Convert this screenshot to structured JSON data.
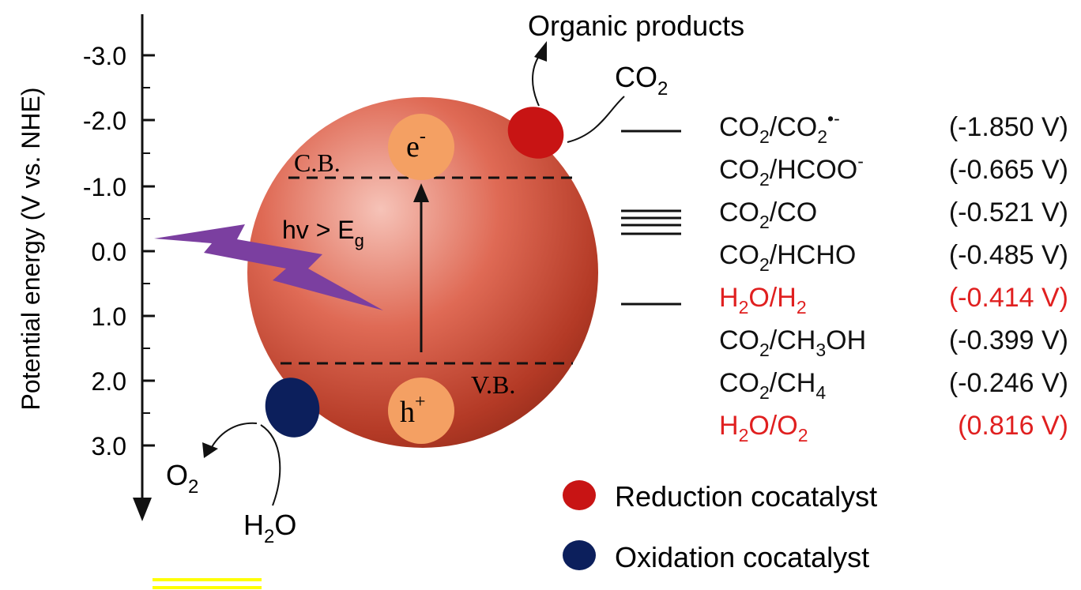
{
  "axis": {
    "label": "Potential energy (V vs. NHE)",
    "ticks": [
      "-3.0",
      "-2.0",
      "-1.0",
      "0.0",
      "1.0",
      "2.0",
      "3.0"
    ]
  },
  "particle": {
    "cb": "C.B.",
    "vb": "V.B.",
    "electron": "e",
    "electron_sup": "-",
    "hole": "h",
    "hole_sup": "+",
    "excitation": "hv > E",
    "excitation_sub": "g"
  },
  "reduction_side": {
    "products": "Organic products",
    "reactant": "CO",
    "reactant_sub": "2"
  },
  "oxidation_side": {
    "product": "O",
    "product_sub": "2",
    "reactant_a": "H",
    "reactant_sub": "2",
    "reactant_b": "O"
  },
  "potentials": [
    {
      "couple": [
        [
          "CO",
          ""
        ],
        [
          "2",
          "sub"
        ],
        [
          "/CO",
          ""
        ],
        [
          "2",
          "sub"
        ],
        [
          "•-",
          "sup"
        ]
      ],
      "value": "(-1.850 V)",
      "color": "#111111"
    },
    {
      "couple": [
        [
          "CO",
          ""
        ],
        [
          "2",
          "sub"
        ],
        [
          "/HCOO",
          ""
        ],
        [
          "-",
          "sup"
        ]
      ],
      "value": "(-0.665 V)",
      "color": "#111111"
    },
    {
      "couple": [
        [
          "CO",
          ""
        ],
        [
          "2",
          "sub"
        ],
        [
          "/CO",
          ""
        ]
      ],
      "value": "(-0.521 V)",
      "color": "#111111"
    },
    {
      "couple": [
        [
          "CO",
          ""
        ],
        [
          "2",
          "sub"
        ],
        [
          "/HCHO",
          ""
        ]
      ],
      "value": "(-0.485 V)",
      "color": "#111111"
    },
    {
      "couple": [
        [
          "H",
          ""
        ],
        [
          "2",
          "sub"
        ],
        [
          "O/H",
          ""
        ],
        [
          "2",
          "sub"
        ]
      ],
      "value": "(-0.414 V)",
      "color": "#e02020"
    },
    {
      "couple": [
        [
          "CO",
          ""
        ],
        [
          "2",
          "sub"
        ],
        [
          "/CH",
          ""
        ],
        [
          "3",
          "sub"
        ],
        [
          "OH",
          ""
        ]
      ],
      "value": "(-0.399 V)",
      "color": "#111111"
    },
    {
      "couple": [
        [
          "CO",
          ""
        ],
        [
          "2",
          "sub"
        ],
        [
          "/CH",
          ""
        ],
        [
          "4",
          "sub"
        ]
      ],
      "value": "(-0.246 V)",
      "color": "#111111"
    },
    {
      "couple": [
        [
          "H",
          ""
        ],
        [
          "2",
          "sub"
        ],
        [
          "O/O",
          ""
        ],
        [
          "2",
          "sub"
        ]
      ],
      "value": "(0.816 V)",
      "color": "#e02020"
    }
  ],
  "legend": [
    {
      "label": "Reduction cocatalyst",
      "color": "#c81414"
    },
    {
      "label": "Oxidation cocatalyst",
      "color": "#0c1f5c"
    }
  ],
  "colors": {
    "particle_light": "#f6c3b8",
    "particle_mid": "#d9533f",
    "particle_dark": "#a8321f",
    "carrier_dot": "#f4a063",
    "lightning": "#7b3fa0",
    "red_text": "#e02020",
    "highlight": "#ffff00"
  }
}
